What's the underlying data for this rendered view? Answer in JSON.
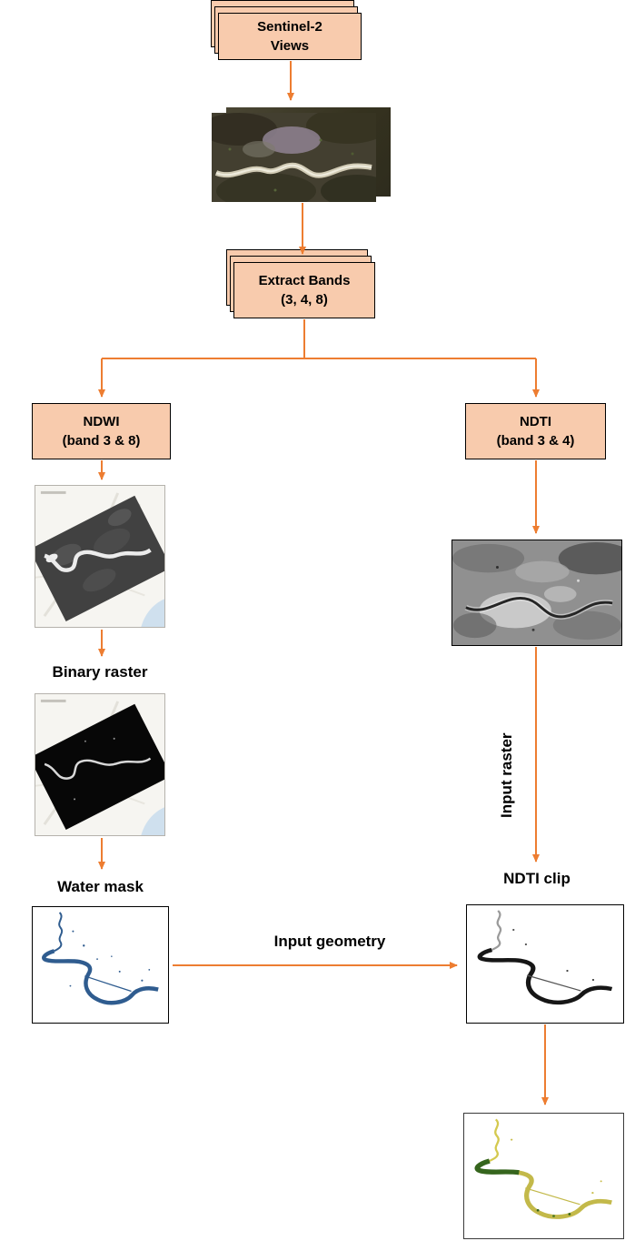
{
  "flow": {
    "boxes": {
      "sentinel": {
        "line1": "Sentinel-2",
        "line2": "Views"
      },
      "extract": {
        "line1": "Extract Bands",
        "line2": "(3, 4, 8)"
      },
      "ndwi": {
        "line1": "NDWI",
        "line2": "(band 3 & 8)"
      },
      "ndti": {
        "line1": "NDTI",
        "line2": "(band 3 & 4)"
      }
    },
    "labels": {
      "binary_raster": "Binary raster",
      "water_mask": "Water mask",
      "ndti_clip": "NDTI clip",
      "input_geometry": "Input geometry",
      "input_raster": "Input raster"
    },
    "images": {
      "sentinel_rgb": "sentinel-2-true-color-composite",
      "ndwi_raster": "ndwi-grayscale-raster-on-basemap",
      "binary_raster": "binary-water-raster-on-basemap",
      "water_mask": "water-mask-blue-vector",
      "ndti_raster": "ndti-grayscale-raster",
      "ndti_clip": "ndti-clipped-to-water-mask",
      "ndti_classified": "ndti-classified-turbidity-colored"
    },
    "colors": {
      "box_fill": "#F8CBAD",
      "box_border": "#000000",
      "arrow": "#ED7D31",
      "text": "#000000",
      "water_blue": "#2F5C8F"
    }
  }
}
